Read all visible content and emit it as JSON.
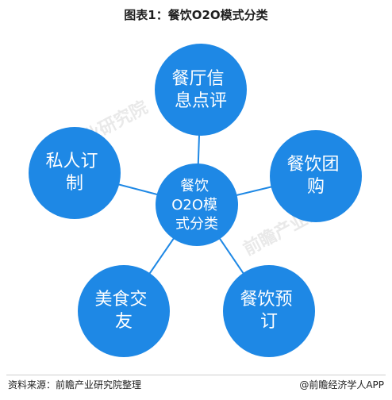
{
  "title": "图表1：餐饮O2O模式分类",
  "colors": {
    "node": "#1E88E5",
    "center": "#1E88E5",
    "line": "#1E88E5",
    "text": "#FFFFFF"
  },
  "center": {
    "lines": [
      "餐饮",
      "O2O模",
      "式分类"
    ]
  },
  "nodes": [
    {
      "id": "review",
      "lines": [
        "餐厅信",
        "息点评"
      ]
    },
    {
      "id": "delivery",
      "lines": [
        "餐饮团",
        "购"
      ]
    },
    {
      "id": "booking",
      "lines": [
        "餐饮预",
        "订"
      ]
    },
    {
      "id": "social",
      "lines": [
        "美食交",
        "友"
      ]
    },
    {
      "id": "private",
      "lines": [
        "私人订",
        "制"
      ]
    }
  ],
  "watermark": "前瞻产业研究院",
  "footer": {
    "source": "资料来源：前瞻产业研究院整理",
    "brand": "@前瞻经济学人APP"
  }
}
